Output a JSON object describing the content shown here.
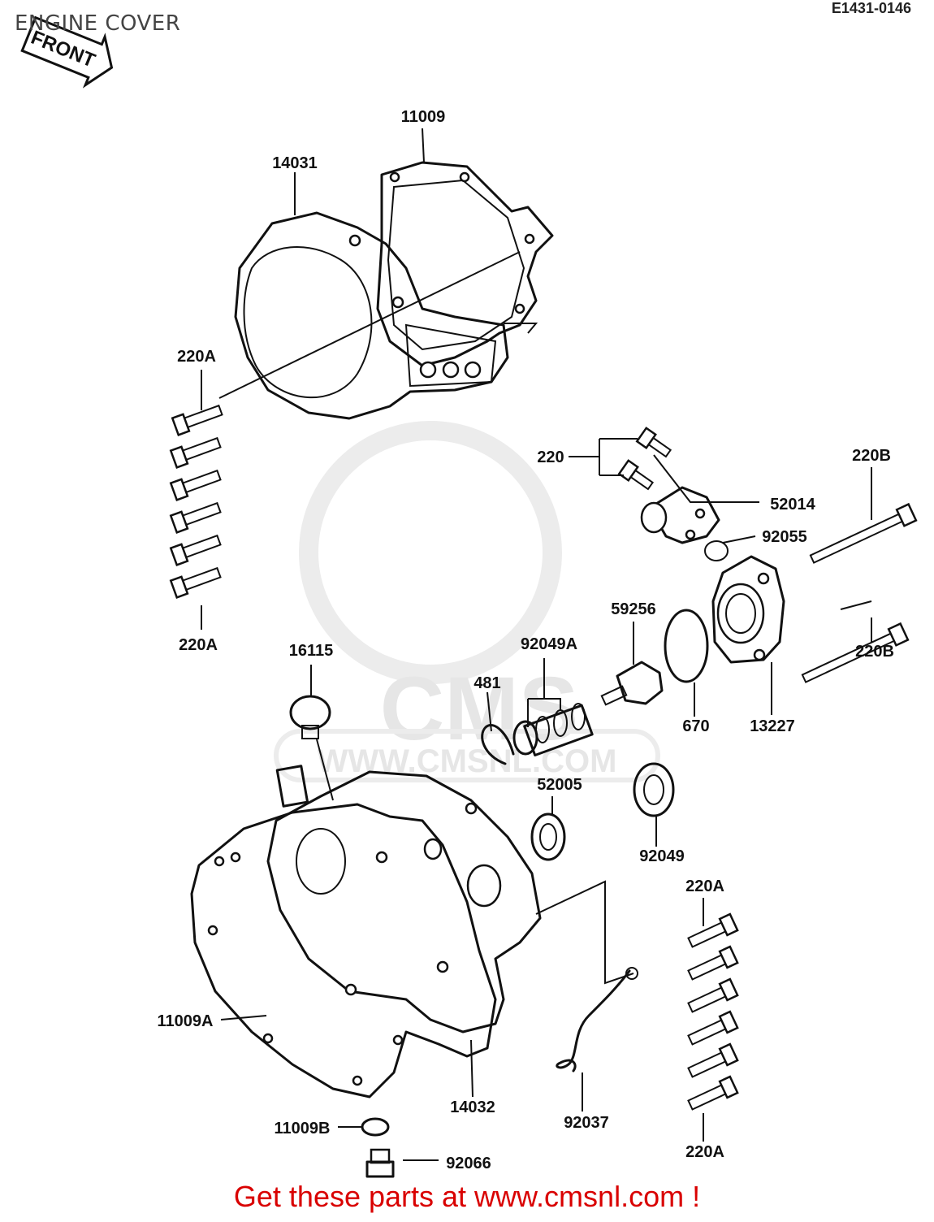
{
  "header": {
    "title": "ENGINE COVER",
    "code": "E1431-0146",
    "front_arrow": "FRONT"
  },
  "watermark": {
    "logo": "CMS",
    "url": "WWW.CMSNL.COM"
  },
  "labels": {
    "p11009": "11009",
    "p14031": "14031",
    "p220A_top": "220A",
    "p220A_mid": "220A",
    "p220": "220",
    "p52014": "52014",
    "p92055": "92055",
    "p220B_top": "220B",
    "p220B_bottom": "220B",
    "p59256": "59256",
    "p16115": "16115",
    "p92049A": "92049A",
    "p481": "481",
    "p670": "670",
    "p13227": "13227",
    "p52005": "52005",
    "p92049": "92049",
    "p220A_right_top": "220A",
    "p11009A": "11009A",
    "p14032": "14032",
    "p92037": "92037",
    "p11009B": "11009B",
    "p92066": "92066",
    "p220A_right_bottom": "220A"
  },
  "footer": {
    "cta": "Get these parts at www.cmsnl.com !"
  }
}
